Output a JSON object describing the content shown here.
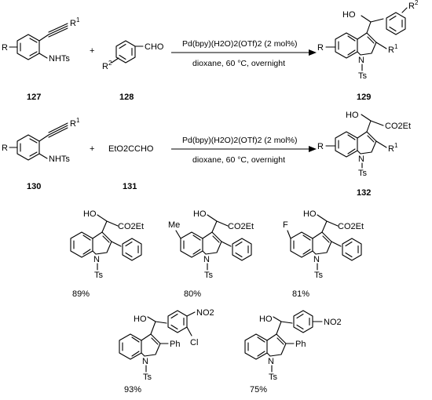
{
  "schemes": [
    {
      "reactant1": {
        "number": "127",
        "r_label": "R",
        "r1": "R",
        "r1_sup": "1",
        "nhts": "NHTs"
      },
      "plus": "+",
      "reactant2": {
        "number": "128",
        "r2": "R",
        "r2_sup": "2",
        "cho": "CHO"
      },
      "conditions_top": "Pd(bpy)(H2O)2(OTf)2 (2 mol%)",
      "conditions_bottom": "dioxane, 60 °C, overnight",
      "product": {
        "number": "129",
        "ho": "HO",
        "r2": "R",
        "r2_sup": "2",
        "r1": "R",
        "r1_sup": "1",
        "r": "R",
        "n": "N",
        "ts": "Ts"
      }
    },
    {
      "reactant1": {
        "number": "130",
        "r_label": "R",
        "r1": "R",
        "r1_sup": "1",
        "nhts": "NHTs"
      },
      "plus": "+",
      "reactant2": {
        "number": "131",
        "formula": "EtO2CCHO"
      },
      "conditions_top": "Pd(bpy)(H2O)2(OTf)2 (2 mol%)",
      "conditions_bottom": "dioxane, 60 °C, overnight",
      "product": {
        "number": "132",
        "ho": "HO",
        "ester": "CO2Et",
        "r1": "R",
        "r1_sup": "1",
        "r": "R",
        "n": "N",
        "ts": "Ts"
      }
    }
  ],
  "examples": [
    {
      "yield": "89%",
      "ho": "HO",
      "ester": "CO2Et",
      "substituent": "",
      "n": "N",
      "ts": "Ts"
    },
    {
      "yield": "80%",
      "ho": "HO",
      "ester": "CO2Et",
      "substituent": "Me",
      "n": "N",
      "ts": "Ts"
    },
    {
      "yield": "81%",
      "ho": "HO",
      "ester": "CO2Et",
      "substituent": "F",
      "n": "N",
      "ts": "Ts"
    },
    {
      "yield": "93%",
      "ho": "HO",
      "ph": "Ph",
      "nitro": "NO2",
      "cl": "Cl",
      "n": "N",
      "ts": "Ts"
    },
    {
      "yield": "75%",
      "ho": "HO",
      "ph": "Ph",
      "nitro": "NO2",
      "n": "N",
      "ts": "Ts"
    }
  ]
}
